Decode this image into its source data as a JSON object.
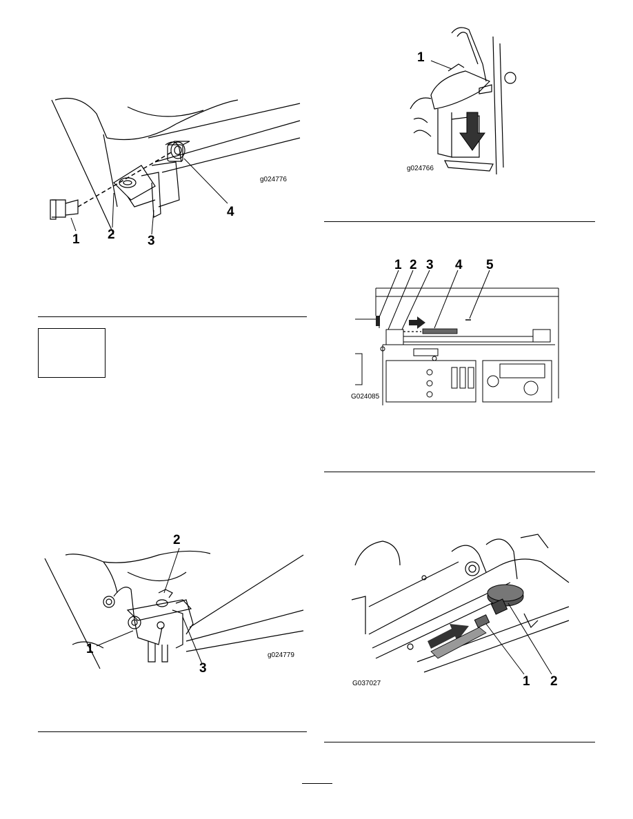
{
  "figures": [
    {
      "id": "fig-a",
      "code": "g024776",
      "callouts": [
        "1",
        "2",
        "3",
        "4"
      ]
    },
    {
      "id": "fig-b",
      "code": "g024766",
      "callouts": [
        "1"
      ]
    },
    {
      "id": "fig-c",
      "code": "G024085",
      "callouts": [
        "1",
        "2",
        "3",
        "4",
        "5"
      ]
    },
    {
      "id": "fig-d",
      "code": "g024779",
      "callouts": [
        "1",
        "2",
        "3"
      ]
    },
    {
      "id": "fig-e",
      "code": "G037027",
      "callouts": [
        "1",
        "2"
      ]
    }
  ],
  "colors": {
    "line": "#000000",
    "fill_dark": "#555555",
    "fill_mid": "#9a9a9a",
    "arrow": "#333333"
  }
}
